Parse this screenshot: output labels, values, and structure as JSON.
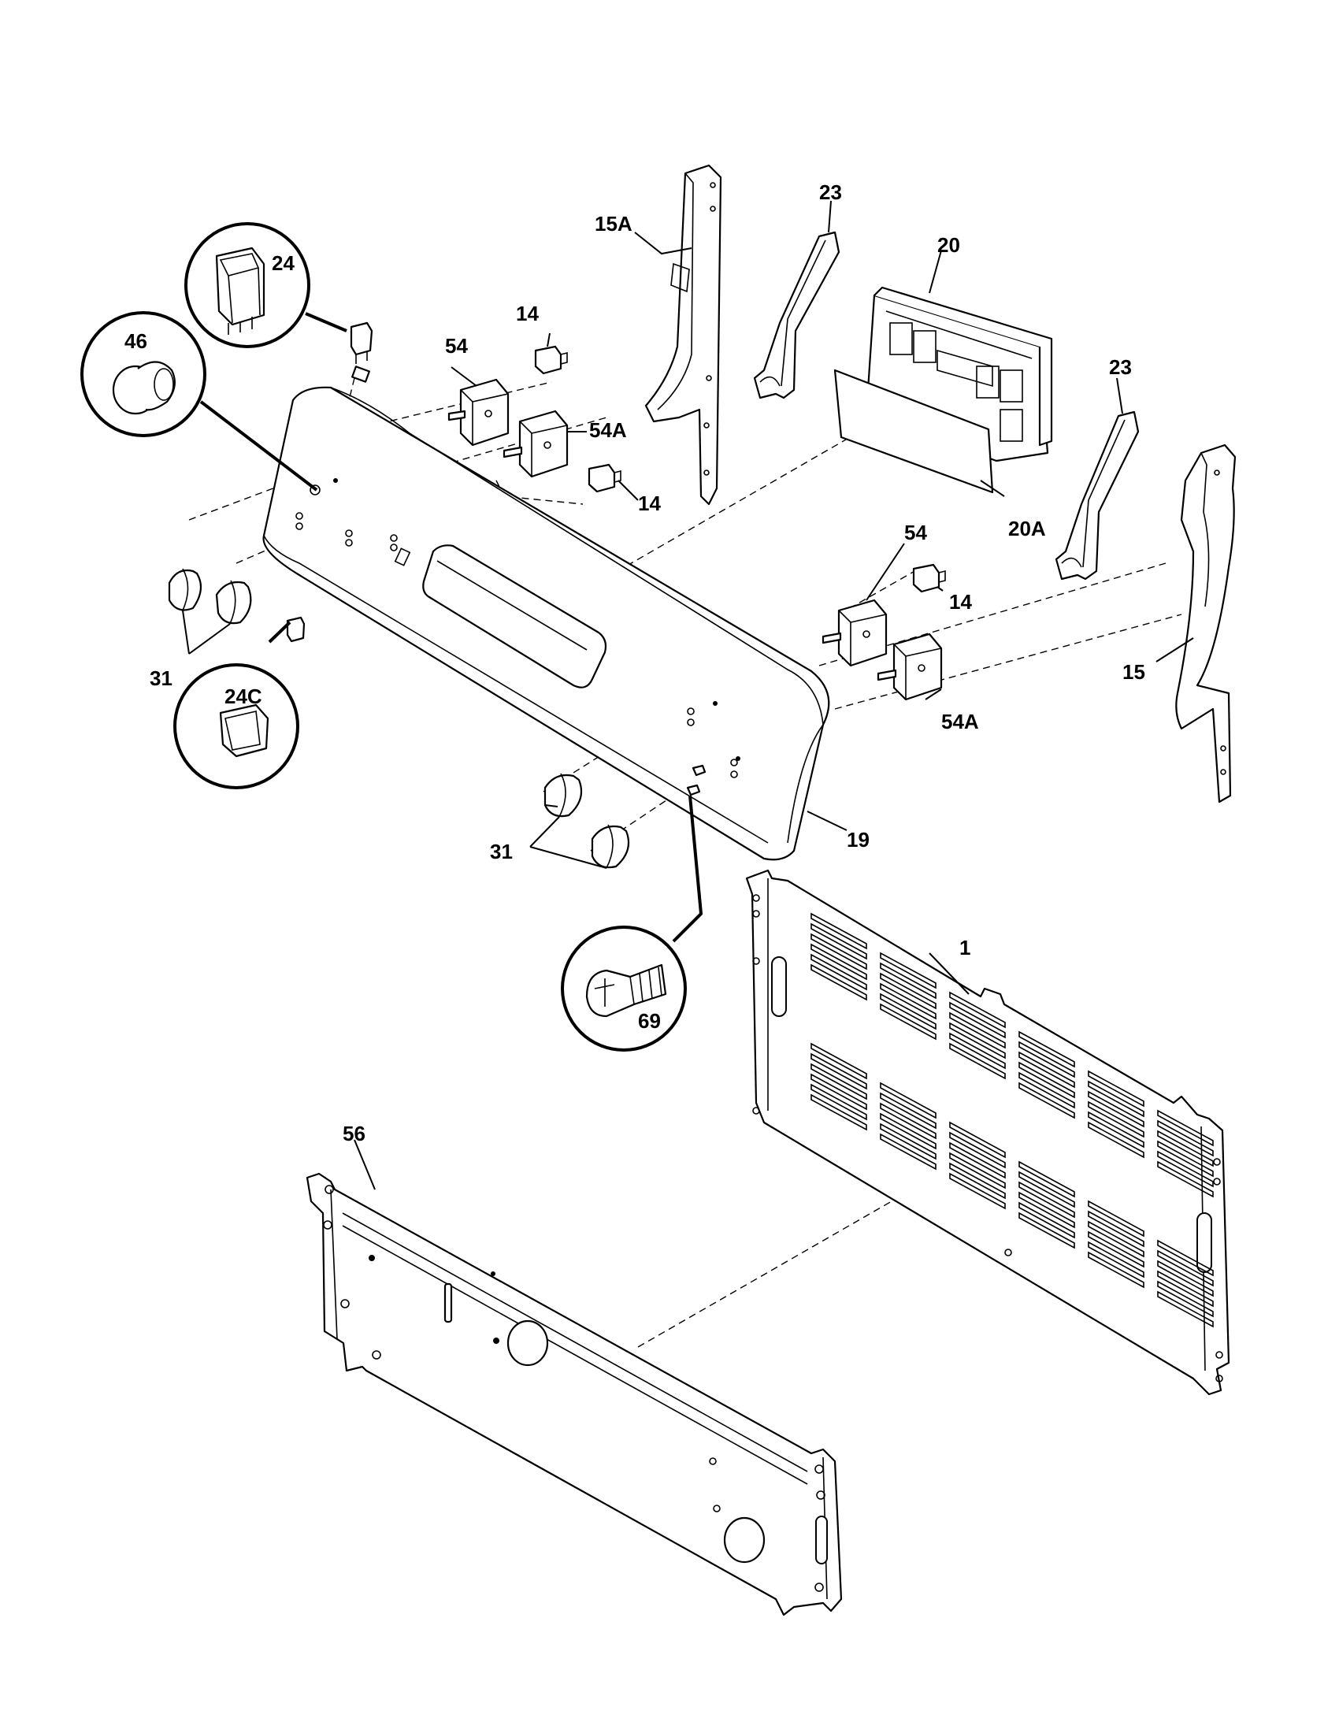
{
  "labels": {
    "l1": "1",
    "l14a": "14",
    "l14b": "14",
    "l14c": "14",
    "l15": "15",
    "l15a": "15A",
    "l19": "19",
    "l20": "20",
    "l20a": "20A",
    "l23a": "23",
    "l23b": "23",
    "l24": "24",
    "l24c": "24C",
    "l31a": "31",
    "l31b": "31",
    "l46": "46",
    "l54a": "54",
    "l54b": "54",
    "l54Aa": "54A",
    "l54Ab": "54A",
    "l56": "56",
    "l69": "69"
  }
}
